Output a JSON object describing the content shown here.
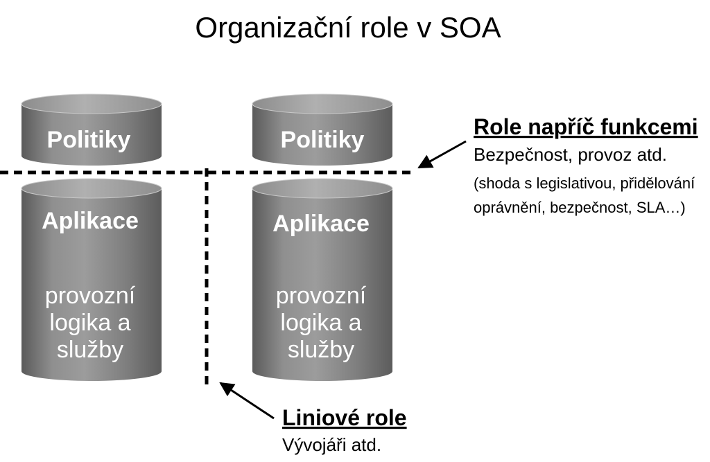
{
  "title": "Organizační role v SOA",
  "cylinders": {
    "left_top": {
      "label": "Politiky"
    },
    "left_bottom": {
      "label": "Aplikace",
      "lines": [
        "provozní",
        "logika a",
        "služby"
      ]
    },
    "right_top": {
      "label": "Politiky"
    },
    "right_bottom": {
      "label": "Aplikace",
      "lines": [
        "provozní",
        "logika a",
        "služby"
      ]
    }
  },
  "cross_functional_role": {
    "heading": "Role napříč funkcemi",
    "subtitle": "Bezpečnost, provoz atd.",
    "note_line1": "(shoda s legislativou, přidělování",
    "note_line2": "oprávnění, bezpečnost, SLA…)"
  },
  "line_role": {
    "heading": "Liniové role",
    "subtitle": "Vývojáři atd."
  },
  "colors": {
    "cylinder_dark": "#5e5e5e",
    "cylinder_light": "#9a9a9a",
    "cylinder_top": "#a8a8a8",
    "text_light": "#ffffff",
    "line": "#000000"
  }
}
